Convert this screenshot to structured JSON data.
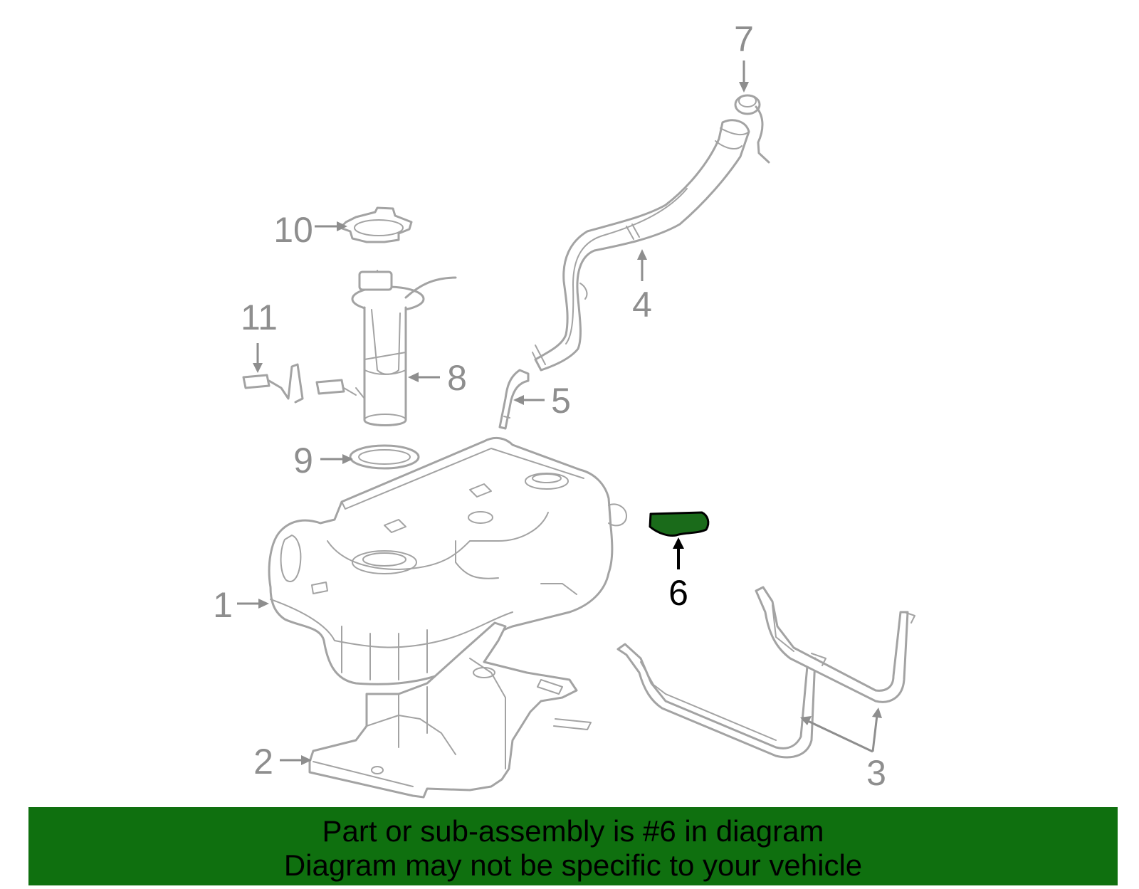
{
  "callouts": [
    {
      "id": 1,
      "label": "1"
    },
    {
      "id": 2,
      "label": "2"
    },
    {
      "id": 3,
      "label": "3"
    },
    {
      "id": 4,
      "label": "4"
    },
    {
      "id": 5,
      "label": "5"
    },
    {
      "id": 6,
      "label": "6"
    },
    {
      "id": 7,
      "label": "7"
    },
    {
      "id": 8,
      "label": "8"
    },
    {
      "id": 9,
      "label": "9"
    },
    {
      "id": 10,
      "label": "10"
    },
    {
      "id": 11,
      "label": "11"
    }
  ],
  "highlighted_part": "6",
  "colors": {
    "highlight_fill": "#1a6b1a",
    "banner_bg": "#0f700f",
    "part_stroke": "#a3a3a3",
    "callout_text": "#8e8e8e"
  },
  "banner": {
    "line1": "Part or sub-assembly is #6 in diagram",
    "line2": "Diagram may not be specific to your vehicle"
  }
}
